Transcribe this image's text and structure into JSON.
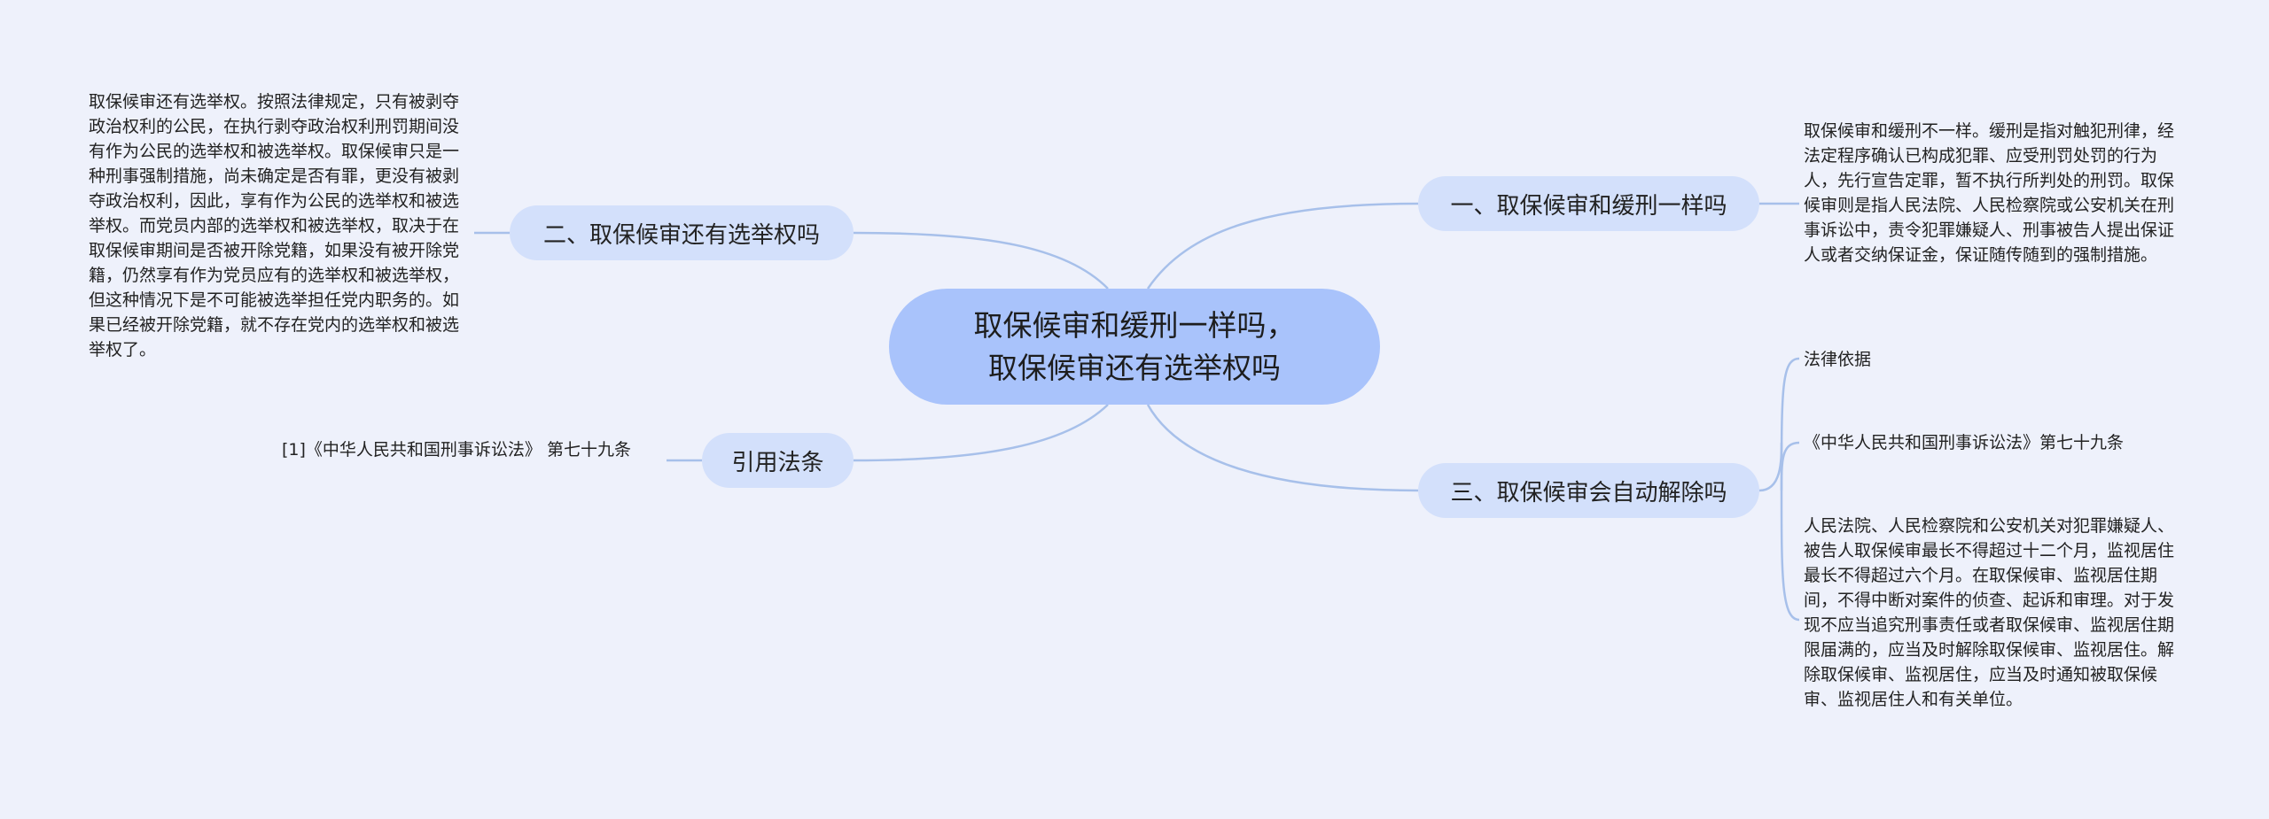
{
  "center": {
    "line1": "取保候审和缓刑一样吗，",
    "line2": "取保候审还有选举权吗"
  },
  "branches": {
    "b1": {
      "label": "一、取保候审和缓刑一样吗"
    },
    "b2": {
      "label": "二、取保候审还有选举权吗"
    },
    "b3": {
      "label": "三、取保候审会自动解除吗"
    },
    "b4": {
      "label": "引用法条"
    }
  },
  "texts": {
    "b1": "取保候审和缓刑不一样。缓刑是指对触犯刑律，经法定程序确认已构成犯罪、应受刑罚处罚的行为人，先行宣告定罪，暂不执行所判处的刑罚。取保候审则是指人民法院、人民检察院或公安机关在刑事诉讼中，责令犯罪嫌疑人、刑事被告人提出保证人或者交纳保证金，保证随传随到的强制措施。",
    "b2": "取保候审还有选举权。按照法律规定，只有被剥夺政治权利的公民，在执行剥夺政治权利刑罚期间没有作为公民的选举权和被选举权。取保候审只是一种刑事强制措施，尚未确定是否有罪，更没有被剥夺政治权利，因此，享有作为公民的选举权和被选举权。而党员内部的选举权和被选举权，取决于在取保候审期间是否被开除党籍，如果没有被开除党籍，仍然享有作为党员应有的选举权和被选举权，但这种情况下是不可能被选举担任党内职务的。如果已经被开除党籍，就不存在党内的选举权和被选举权了。",
    "b3_basis": "法律依据",
    "b3_law": "《中华人民共和国刑事诉讼法》第七十九条",
    "b3_content": "人民法院、人民检察院和公安机关对犯罪嫌疑人、被告人取保候审最长不得超过十二个月，监视居住最长不得超过六个月。在取保候审、监视居住期间，不得中断对案件的侦查、起诉和审理。对于发现不应当追究刑事责任或者取保候审、监视居住期限届满的，应当及时解除取保候审、监视居住。解除取保候审、监视居住，应当及时通知被取保候审、监视居住人和有关单位。",
    "b4": "[1]《中华人民共和国刑事诉讼法》 第七十九条"
  }
}
